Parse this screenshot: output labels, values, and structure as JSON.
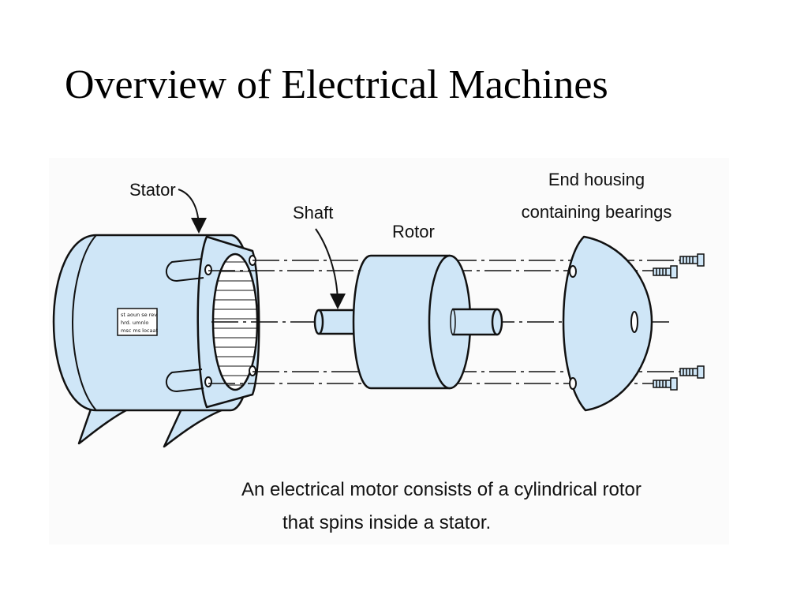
{
  "slide": {
    "title": "Overview of Electrical Machines"
  },
  "diagram": {
    "labels": {
      "stator": "Stator",
      "shaft": "Shaft",
      "rotor": "Rotor",
      "end_housing_line1": "End housing",
      "end_housing_line2": "containing bearings"
    },
    "nameplate": {
      "line1": "st aoun se rev",
      "line2": "hrd. umnlo",
      "line3": "msc ms locaat"
    },
    "caption_line1": "An electrical motor consists of a cylindrical rotor",
    "caption_line2": "that spins inside a stator."
  },
  "colors": {
    "part_fill": "#cfe6f7",
    "outline": "#111111",
    "background": "#ffffff",
    "figure_panel": "#fbfbfb"
  }
}
